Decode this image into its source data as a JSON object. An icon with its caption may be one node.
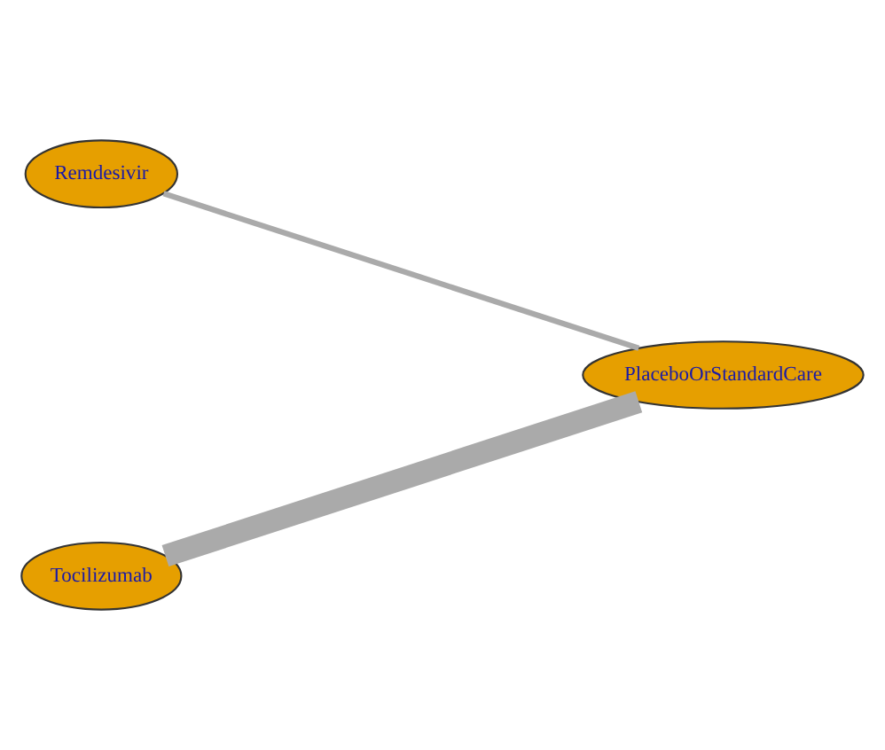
{
  "diagram": {
    "nodes": [
      {
        "text": [
          "Remdesivir"
        ]
      },
      {
        "text": [
          "PlaceboOrStandardCare"
        ]
      },
      {
        "text": [
          "Tocilizumab"
        ]
      }
    ],
    "edges": [
      {
        "from": 0,
        "to": 1,
        "arrow": "none"
      },
      {
        "from": 2,
        "to": 1,
        "arrow": "none",
        "style": "thick"
      }
    ]
  }
}
